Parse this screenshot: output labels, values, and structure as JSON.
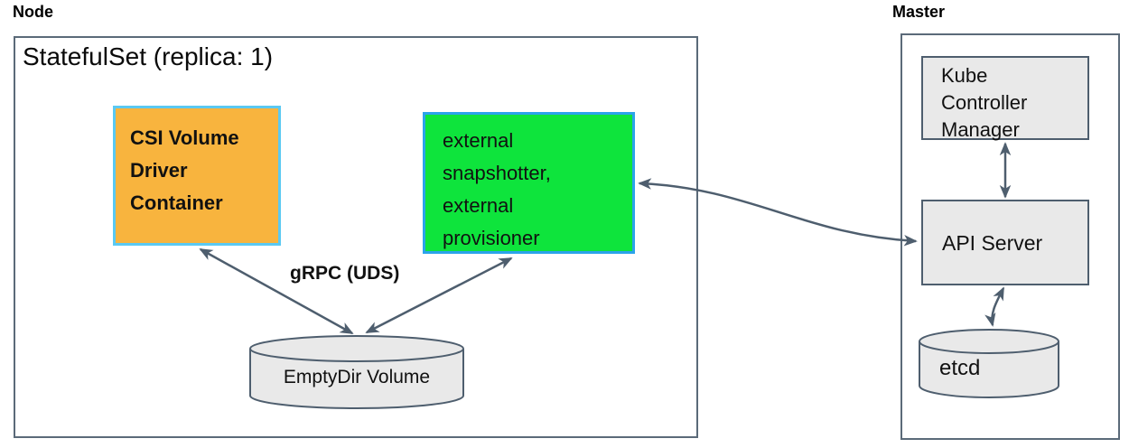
{
  "diagram": {
    "node": {
      "title": "Node",
      "statefulset_title": "StatefulSet (replica: 1)",
      "csi_container": {
        "lines": [
          "CSI Volume",
          "Driver",
          "Container"
        ],
        "fill_color": "#f8b43e",
        "border_color": "#5bc9f2"
      },
      "sidecar_container": {
        "lines": [
          "external",
          "snapshotter,",
          "external",
          "provisioner"
        ],
        "fill_color": "#0ee43c",
        "border_color": "#2ba3ea"
      },
      "grpc_arrow_label": "gRPC (UDS)",
      "emptydir_volume_label": "EmptyDir Volume"
    },
    "master": {
      "title": "Master",
      "kube_controller_manager": {
        "lines": [
          "Kube",
          "Controller",
          "Manager"
        ]
      },
      "api_server_label": "API Server",
      "etcd_label": "etcd"
    },
    "colors": {
      "outline": "#4e5e6e",
      "zone_outline": "#5b6a79",
      "component_fill": "#e9e9e9",
      "arrow": "#4e5e6e",
      "text": "#111111"
    }
  }
}
